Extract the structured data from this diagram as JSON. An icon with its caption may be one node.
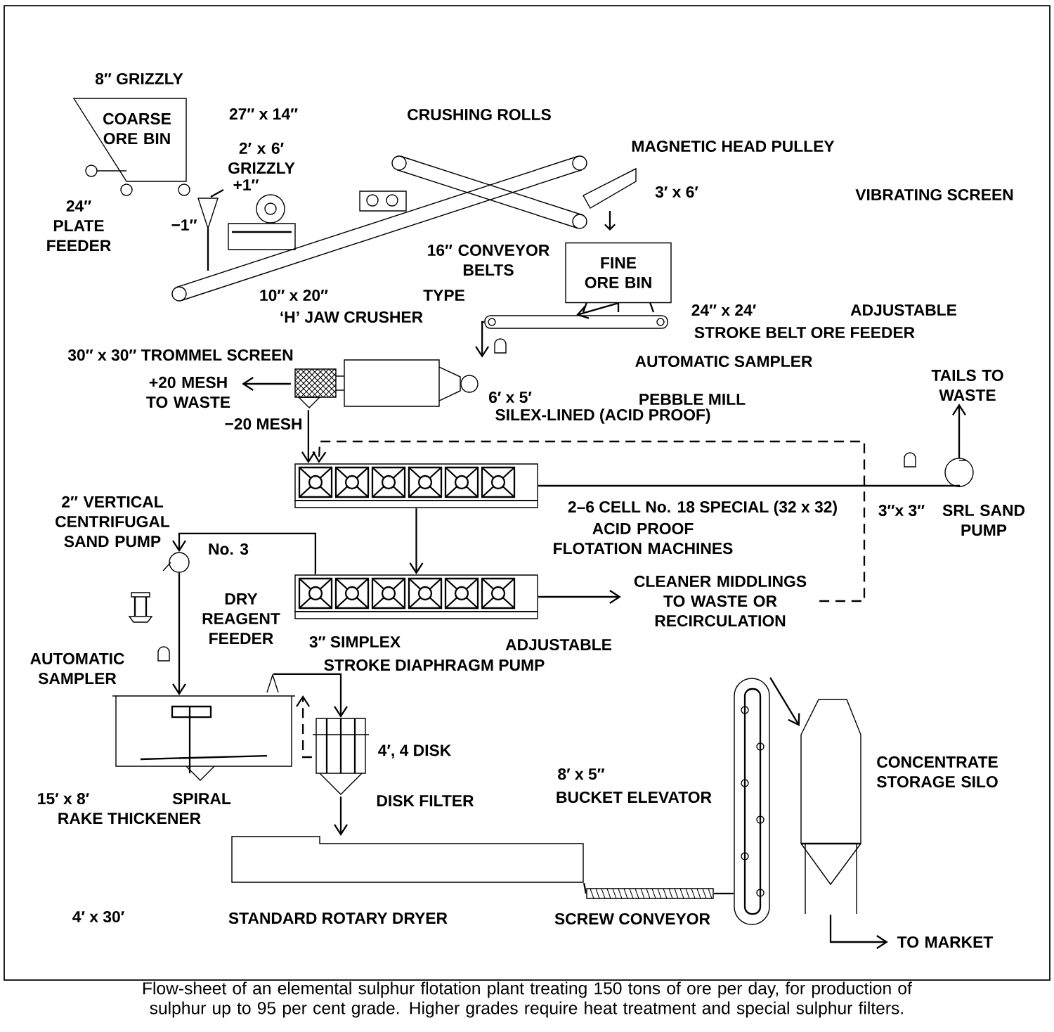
{
  "diagram": {
    "caption": "Flow-sheet of an elemental sulphur flotation plant treating 150 tons of ore per day, for production of sulphur up to 95 per cent grade. Higher grades require heat treatment and special sulphur filters.",
    "nodes": [
      {
        "text": [
          "COARSE ORE BIN"
        ],
        "beside": [
          "8″ GRIZZLY"
        ]
      },
      {
        "text": [
          "FINE ORE BIN"
        ]
      },
      {
        "text": [],
        "shape": "bar",
        "beside": [
          "24″ x 24′",
          "ADJUSTABLE",
          "STROKE BELT ORE FEEDER"
        ]
      },
      {
        "text": [],
        "shape": "picture",
        "beside": [
          "6′ x 5′",
          "PEBBLE MILL",
          "SILEX-LINED (ACID PROOF)"
        ]
      },
      {
        "text": [
          "+20 MESH TO WASTE"
        ]
      },
      {
        "text": [],
        "shape": "picture",
        "beside": [
          "2–6 CELL No. 18 SPECIAL (32 x 32)",
          "ACID PROOF FLOTATION MACHINES"
        ]
      },
      {
        "text": [],
        "shape": "picture"
      },
      {
        "text": [
          "CLEANER MIDDLINGS TO WASTE OR RECIRCULATION"
        ]
      },
      {
        "text": [],
        "shape": "circle",
        "beside": [
          "3″x 3″",
          "SRL SAND PUMP"
        ]
      },
      {
        "text": [
          "TAILS TO WASTE"
        ]
      },
      {
        "text": [],
        "shape": "circle",
        "beside": [
          "2″ VERTICAL CENTRIFUGAL SAND PUMP",
          "No. 3"
        ]
      },
      {
        "text": [],
        "shape": "picture",
        "beside": [
          "15′ x 8′",
          "SPIRAL",
          "RAKE THICKENER"
        ]
      },
      {
        "text": [],
        "shape": "picture",
        "beside": [
          "4′, 4 DISK",
          "DISK FILTER"
        ]
      },
      {
        "text": [],
        "shape": "picture",
        "beside": [
          "STANDARD ROTARY DRYER"
        ]
      },
      {
        "text": [],
        "shape": "picture",
        "beside": [
          "SCREW CONVEYOR"
        ]
      },
      {
        "text": [],
        "shape": "picture",
        "beside": [
          "8′ x 5″",
          "BUCKET ELEVATOR"
        ]
      },
      {
        "text": [],
        "shape": "picture",
        "beside": [
          "CONCENTRATE STORAGE SILO"
        ]
      },
      {
        "text": [
          "TO MARKET"
        ]
      }
    ],
    "edges": [
      {
        "from": 1,
        "to": 2,
        "arrow": "to"
      },
      {
        "from": 2,
        "to": 3,
        "arrow": "to"
      },
      {
        "from": 3,
        "to": 4,
        "arrow": "to"
      },
      {
        "from": 3,
        "to": 5,
        "arrow": "to"
      },
      {
        "from": 5,
        "to": 6,
        "arrow": "to"
      },
      {
        "from": 6,
        "to": 7,
        "arrow": "to"
      },
      {
        "from": 7,
        "to": 5,
        "arrow": "to",
        "style": "dashed"
      },
      {
        "from": 5,
        "to": 8,
        "arrow": "none"
      },
      {
        "from": 8,
        "to": 9,
        "arrow": "to"
      },
      {
        "from": 6,
        "to": 10,
        "arrow": "to"
      },
      {
        "from": 10,
        "to": 11,
        "arrow": "to"
      },
      {
        "from": 11,
        "to": 12,
        "arrow": "to"
      },
      {
        "from": 12,
        "to": 11,
        "arrow": "to",
        "style": "dashed"
      },
      {
        "from": 12,
        "to": 13,
        "arrow": "to"
      },
      {
        "from": 13,
        "to": 14,
        "arrow": "none"
      },
      {
        "from": 14,
        "to": 15,
        "arrow": "none"
      },
      {
        "from": 15,
        "to": 16,
        "arrow": "to"
      },
      {
        "from": 16,
        "to": 17,
        "arrow": "to"
      }
    ],
    "labels": [
      "27″ x 14″",
      "CRUSHING ROLLS",
      "2′ x 6′ GRIZZLY",
      "+1″",
      "MAGNETIC HEAD PULLEY",
      "24″ PLATE FEEDER",
      "−1″",
      "3′ x 6′",
      "VIBRATING SCREEN",
      "16″ CONVEYOR BELTS",
      "10″ x 20″",
      "TYPE",
      "‘H’ JAW CRUSHER",
      "30″ x 30″ TROMMEL SCREEN",
      "AUTOMATIC SAMPLER",
      "−20 MESH",
      "DRY REAGENT FEEDER",
      "3″ SIMPLEX",
      "ADJUSTABLE",
      "STROKE DIAPHRAGM PUMP",
      "AUTOMATIC SAMPLER",
      "4′ x 30′"
    ]
  }
}
